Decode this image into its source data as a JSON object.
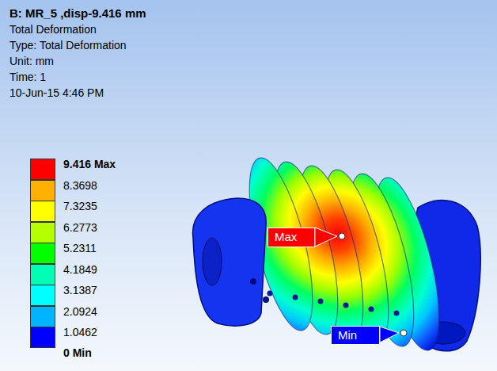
{
  "diagram": {
    "title": "B: MR_5 ,disp-9.416 mm",
    "nodes": [
      {
        "text": [
          "Max"
        ]
      },
      {
        "text": [
          "Min"
        ]
      }
    ],
    "labels": [
      "Total Deformation",
      "Type: Total Deformation",
      "Unit: mm",
      "Time: 1",
      "10-Jun-15 4:46 PM",
      "0 Min"
    ],
    "legend": [
      {
        "text": "9.416 Max",
        "color": "#ff0000"
      },
      {
        "text": "8.3698",
        "color": "#ffb000"
      },
      {
        "text": "7.3235",
        "color": "#ffff00"
      },
      {
        "text": "6.2773",
        "color": "#b4ff00"
      },
      {
        "text": "5.2311",
        "color": "#00ff00"
      },
      {
        "text": "4.1849",
        "color": "#00ffb4"
      },
      {
        "text": "3.1387",
        "color": "#00ffff"
      },
      {
        "text": "2.0924",
        "color": "#00b4ff"
      },
      {
        "text": "1.0462",
        "color": "#0000ff"
      }
    ]
  }
}
